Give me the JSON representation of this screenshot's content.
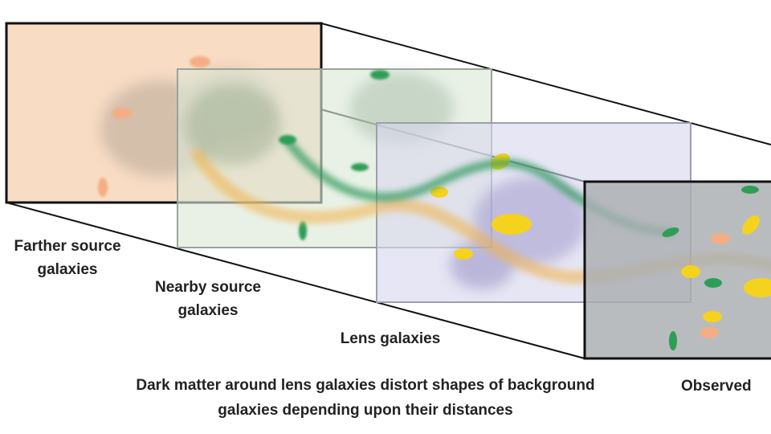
{
  "labels": {
    "farther_source": "Farther source galaxies",
    "nearby_source": "Nearby source galaxies",
    "lens": "Lens galaxies",
    "observed": "Observed",
    "caption": "Dark matter around lens galaxies distort shapes of background galaxies depending upon their distances"
  },
  "colors": {
    "farther_plane": "#f8dcc4",
    "nearby_plane": "#dbe8d9",
    "lens_plane": "#d9d7ee",
    "observed_plane": "#a9adb1",
    "orange_galaxy": "#f4ad84",
    "green_galaxy": "#2e9e57",
    "yellow_galaxy": "#f5d21e",
    "orange_ray": "#f2b24a",
    "green_ray": "#2f9a5d"
  }
}
